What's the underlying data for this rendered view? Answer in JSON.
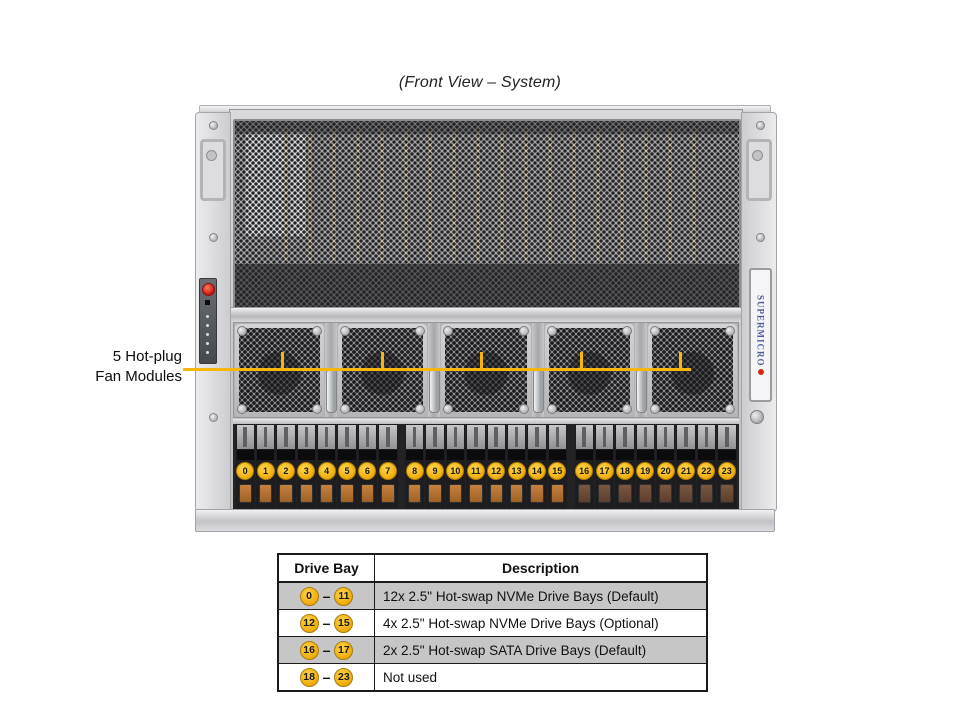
{
  "title": "(Front View – System)",
  "callout": {
    "label": "5 Hot-plug\nFan Modules"
  },
  "branding": {
    "logo_text": "SUPERMICRO"
  },
  "fans": {
    "count": 5
  },
  "drive_bays": {
    "numbers": [
      "0",
      "1",
      "2",
      "3",
      "4",
      "5",
      "6",
      "7",
      "8",
      "9",
      "10",
      "11",
      "12",
      "13",
      "14",
      "15",
      "16",
      "17",
      "18",
      "19",
      "20",
      "21",
      "22",
      "23"
    ]
  },
  "table": {
    "headers": [
      "Drive Bay",
      "Description"
    ],
    "range_separator": "–",
    "rows": [
      {
        "start": "0",
        "end": "11",
        "description": "12x 2.5\" Hot-swap NVMe Drive Bays (Default)"
      },
      {
        "start": "12",
        "end": "15",
        "description": "4x 2.5\" Hot-swap NVMe Drive Bays (Optional)"
      },
      {
        "start": "16",
        "end": "17",
        "description": "2x 2.5\" Hot-swap SATA Drive Bays (Default)"
      },
      {
        "start": "18",
        "end": "23",
        "description": "Not used"
      }
    ]
  },
  "colors": {
    "badge_yellow": "#eeab07",
    "callout_line": "#f6b70a",
    "table_row_shaded": "#c6c6c6",
    "latch_orange": "#9e6226",
    "latch_brown": "#5b3f2d",
    "logo_blue": "#4a5a9e",
    "power_button_red": "#c51510"
  }
}
